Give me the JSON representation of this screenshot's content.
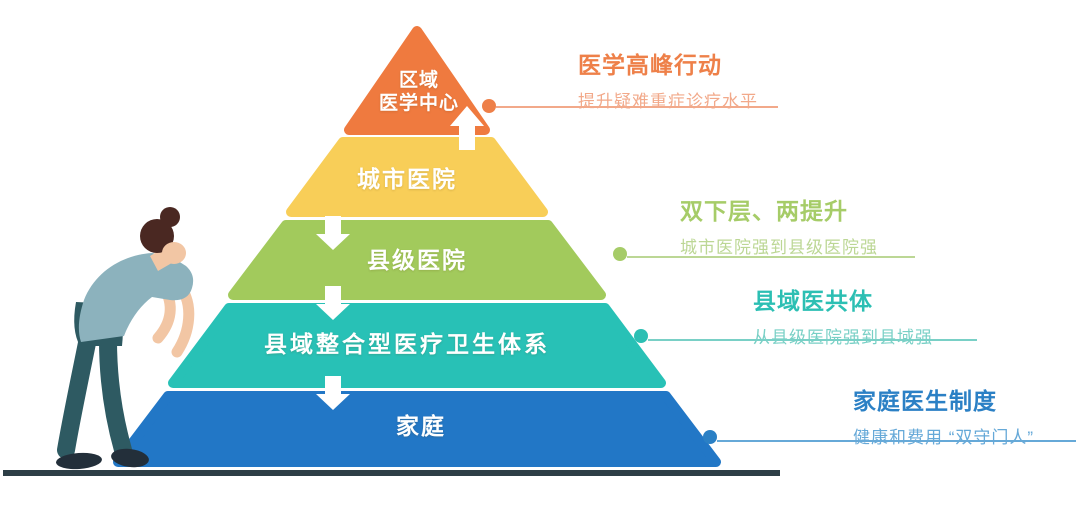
{
  "pyramid": {
    "levels": [
      {
        "label_line1": "区域",
        "label_line2": "医学中心",
        "label": "区域 医学中心",
        "color": "#ef7a3f"
      },
      {
        "label": "城市医院",
        "color": "#f8ce58"
      },
      {
        "label": "县级医院",
        "color": "#a2ca5c"
      },
      {
        "label": "县域整合型医疗卫生体系",
        "color": "#28c1b6"
      },
      {
        "label": "家庭",
        "color": "#2277c6"
      }
    ]
  },
  "annotations": [
    {
      "title": "医学高峰行动",
      "subtitle": "提升疑难重症诊疗水平",
      "color": "#ee8049",
      "subtitle_color": "#f2a98a"
    },
    {
      "title": "双下层、两提升",
      "subtitle": "城市医院强到县级医院强",
      "color": "#a6cc68",
      "subtitle_color": "#bcd795"
    },
    {
      "title": "县域医共体",
      "subtitle": "从县级医院强到县域强",
      "color": "#2cbfb3",
      "subtitle_color": "#79d0c6"
    },
    {
      "title": "家庭医生制度",
      "subtitle": "健康和费用 “双守门人”",
      "color": "#2b80c5",
      "subtitle_color": "#66a9d8"
    }
  ],
  "illustration": {
    "arrow_color": "#ffffff",
    "ground_color": "#2d3e46",
    "person": {
      "hair": "#4a2822",
      "skin": "#f2c6a4",
      "shirt": "#8cb2bd",
      "pants": "#2e5a62",
      "shoes": "#232f3a"
    }
  }
}
